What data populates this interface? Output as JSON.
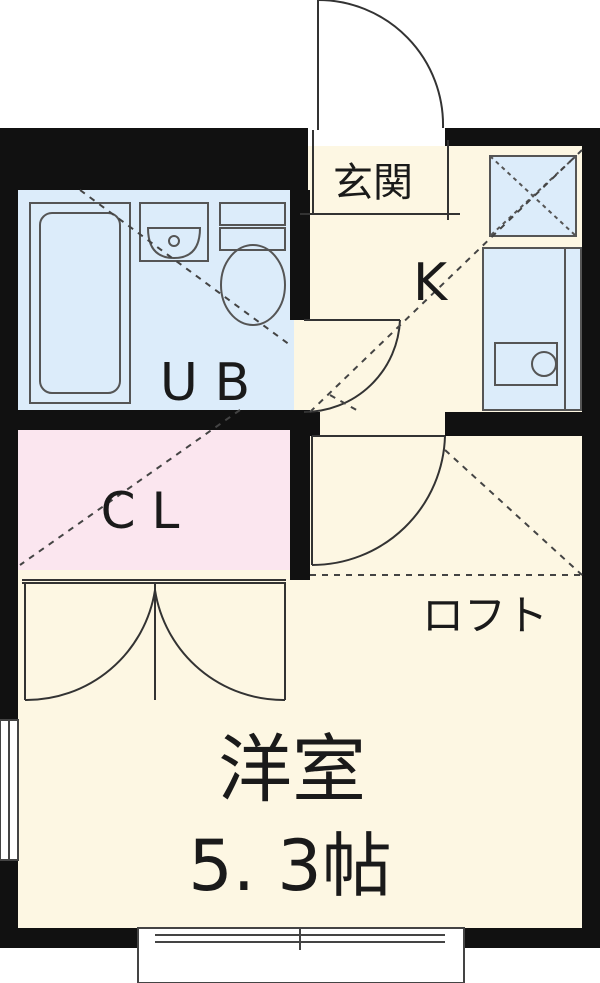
{
  "rooms": {
    "entrance": "玄関",
    "kitchen": "K",
    "bath": "U B",
    "closet": "C L",
    "loft": "ロフト",
    "western_room": "洋室",
    "size": "5. 3帖"
  },
  "colors": {
    "wall": "#111111",
    "floor": "#fdf7e3",
    "bath": "#dcecfa",
    "closet": "#fbe6ef",
    "line": "#444444"
  }
}
